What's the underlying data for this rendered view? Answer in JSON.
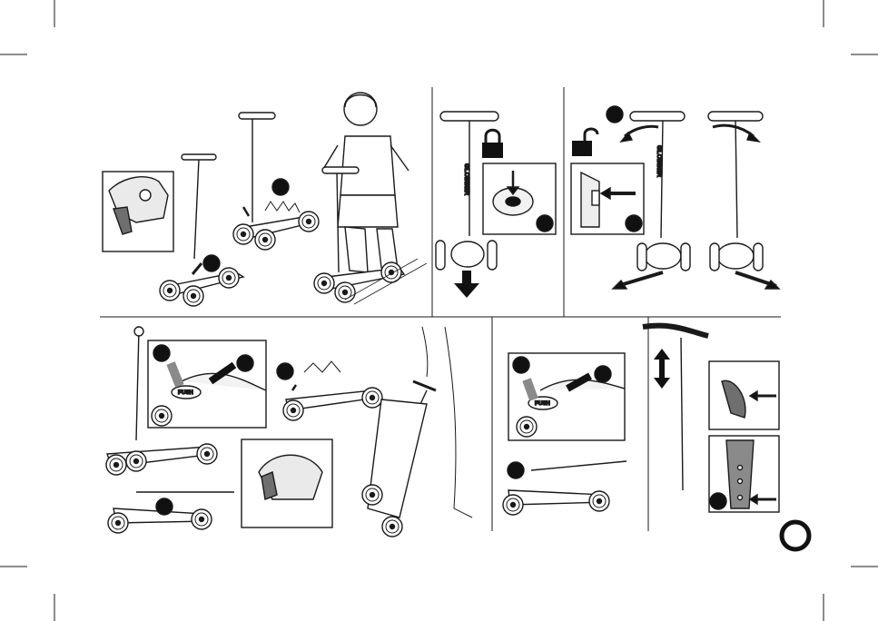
{
  "brand": "GLOBBER",
  "push_label": "PUSH",
  "page_number": "",
  "panels": [
    {
      "id": "step-fold-open-ride"
    },
    {
      "id": "step-steering-lock"
    },
    {
      "id": "step-steering-unlock"
    },
    {
      "id": "step-fold-carry"
    },
    {
      "id": "step-height-adjust"
    }
  ],
  "icons": [
    "padlock-closed-icon",
    "padlock-open-icon",
    "arrow-down-icon",
    "double-arrow-icon"
  ],
  "colors": {
    "ink": "#1a1a1a",
    "badge": "#111111",
    "grey": "#8a8a8a",
    "paper": "#ffffff"
  }
}
